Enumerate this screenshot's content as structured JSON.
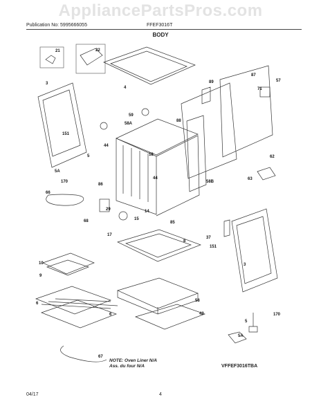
{
  "watermark": "AppliancePartsPros.com",
  "header": {
    "publication": "Publication No: 5995666055",
    "model": "FFEF3016T",
    "section": "BODY"
  },
  "note": {
    "line1": "NOTE: Oven Liner N/A",
    "line2": "Ass. du four N/A"
  },
  "diagram_code": "VFFEF3016TBA",
  "footer": {
    "date": "04/17",
    "page": "4"
  },
  "callouts": [
    "21",
    "22",
    "4",
    "89",
    "87",
    "71",
    "57",
    "3",
    "151",
    "59",
    "88",
    "58A",
    "18",
    "44",
    "5",
    "170",
    "5A",
    "66",
    "86",
    "29",
    "14",
    "15",
    "17",
    "68",
    "44",
    "58B",
    "62",
    "63",
    "37",
    "151",
    "85",
    "10",
    "9",
    "8",
    "6",
    "58",
    "42",
    "3",
    "170",
    "5",
    "5A",
    "67",
    "6"
  ]
}
